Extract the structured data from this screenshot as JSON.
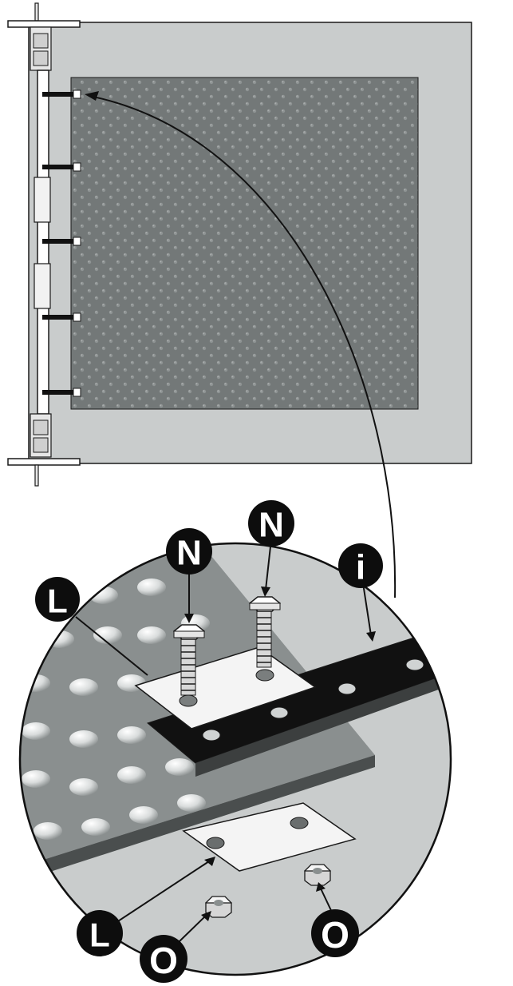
{
  "callouts": {
    "n_left": "N",
    "n_right": "N",
    "i": "i",
    "l_top": "L",
    "l_bottom": "L",
    "o_left": "O",
    "o_right": "O"
  },
  "colors": {
    "frame_panel": "#c9cccc",
    "mesh_panel": "#737878",
    "mesh_dot": "#8e9393",
    "strap_black": "#111111",
    "outline": "#1a1a1a",
    "plate_white": "#f4f4f4",
    "callout_fill": "#0d0d0d",
    "background": "#ffffff"
  }
}
